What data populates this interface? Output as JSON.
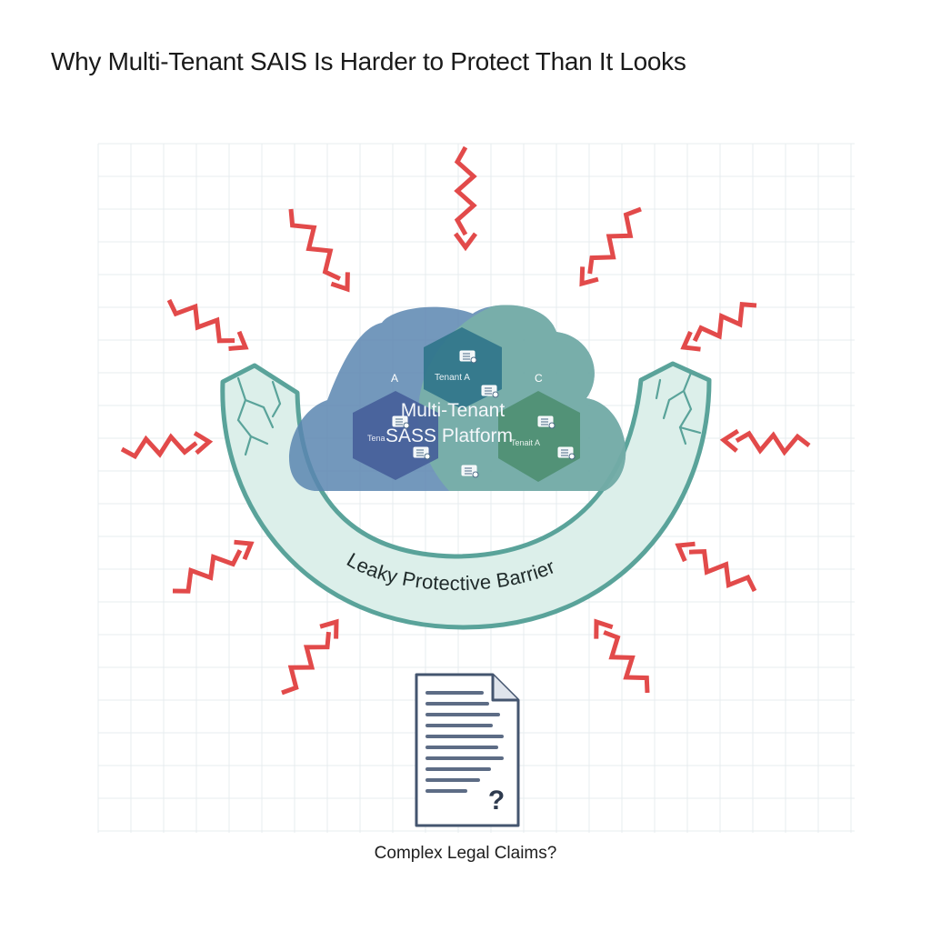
{
  "header": {
    "title": "Why Multi-Tenant SAIS Is Harder to Protect Than It Looks"
  },
  "cloud": {
    "title_line1": "Multi-Tenant",
    "title_line2": "SASS Platform",
    "label_a": "A",
    "label_c": "C",
    "hex_top_label": "Tenant A",
    "hex_left_label": "Tena",
    "hex_right_label": "Tenait A"
  },
  "barrier": {
    "label": "Leaky Protective Barrier"
  },
  "document": {
    "mark": "?"
  },
  "caption": {
    "text": "Complex Legal Claims?"
  },
  "colors": {
    "attack": "#e24a4a",
    "barrier_stroke": "#5aa39a",
    "barrier_fill": "#dcefea",
    "cloud_blue": "#5a86b0",
    "cloud_green": "#7ab6a4",
    "hex_blue": "#46609a",
    "hex_teal": "#2f7489",
    "hex_green": "#4f8f73",
    "doc_stroke": "#44556f",
    "grid": "#e7ecef"
  },
  "icons": [
    "attack-arrow-icon",
    "server-icon",
    "document-icon"
  ]
}
